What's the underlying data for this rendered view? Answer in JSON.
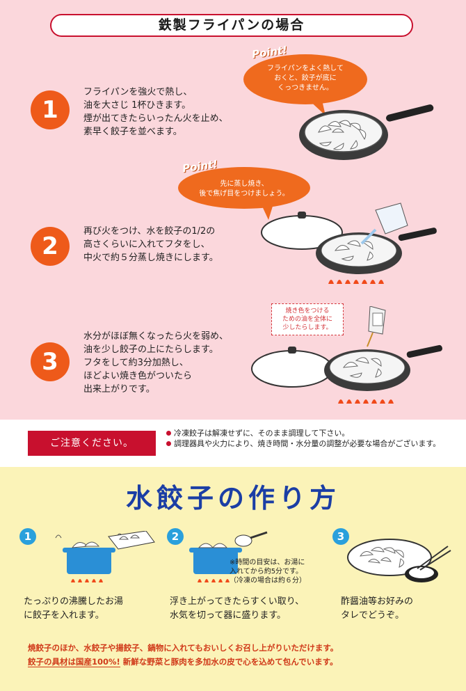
{
  "section1": {
    "title": "鉄製フライパンの場合",
    "steps": [
      {
        "number": "1",
        "lines": [
          "フライパンを強火で熱し、",
          "油を大さじ 1杯ひきます。",
          "煙が出てきたらいったん火を止め、",
          "素早く餃子を並べます。"
        ],
        "point_tag": "Point!",
        "point_lines": [
          "フライパンをよく熱して",
          "おくと、餃子が底に",
          "くっつきません。"
        ]
      },
      {
        "number": "2",
        "lines": [
          "再び火をつけ、水を餃子の1/2の",
          "高さくらいに入れてフタをし、",
          "中火で約５分蒸し焼きにします。"
        ],
        "point_tag": "Point!",
        "point_lines": [
          "先に蒸し焼き、",
          "後で焦げ目をつけましょう。"
        ]
      },
      {
        "number": "3",
        "lines": [
          "水分がほぼ無くなったら火を弱め、",
          "油を少し餃子の上にたらします。",
          "フタをして約3分加熱し、",
          "ほどよい焼き色がついたら",
          "出来上がりです。"
        ],
        "note_lines": [
          "焼き色をつける",
          "ための油を全体に",
          "少したらします。"
        ]
      }
    ]
  },
  "caution": {
    "label": "ご注意ください。",
    "items": [
      "冷凍餃子は解凍せずに、そのまま調理して下さい。",
      "調理器具や火力により、焼き時間・水分量の調整が必要な場合がございます。"
    ]
  },
  "section2": {
    "title": "水餃子の作り方",
    "steps": [
      {
        "number": "1",
        "lines": [
          "たっぷりの沸騰したお湯",
          "に餃子を入れます。"
        ]
      },
      {
        "number": "2",
        "lines": [
          "浮き上がってきたらすくい取り、",
          "水気を切って器に盛ります。"
        ],
        "note_lines": [
          "※時間の目安は、お湯に",
          "入れてから約5分です。",
          "（冷凍の場合は約６分）"
        ]
      },
      {
        "number": "3",
        "lines": [
          "酢醤油等お好みの",
          "タレでどうぞ。"
        ]
      }
    ],
    "footer_line1": "焼餃子のほか、水餃子や揚餃子、鍋物に入れてもおいしくお召し上がりいただけます。",
    "footer_line2_underlined": "餃子の具材は国産100%!",
    "footer_line2_rest": "新鮮な野菜と豚肉を多加水の皮で心を込めて包んでいます。"
  },
  "colors": {
    "pink_bg": "#fbd7dc",
    "orange": "#ee5a1a",
    "red": "#c8102e",
    "yellow_bg": "#fbf3b8",
    "blue_title": "#1b3ea5",
    "blue_num": "#2aa0dc"
  }
}
